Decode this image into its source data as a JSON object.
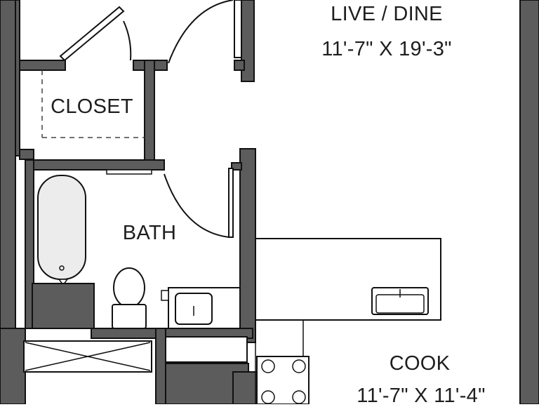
{
  "rooms": {
    "live_dine": {
      "name": "LIVE / DINE",
      "size": "11'-7\" X 19'-3\""
    },
    "closet": {
      "name": "CLOSET"
    },
    "bath": {
      "name": "BATH"
    },
    "cook": {
      "name": "COOK",
      "size": "11'-7\" X 11'-4\""
    }
  },
  "colors": {
    "wall_fill": "#5c5c5c",
    "wall_stroke": "#111111",
    "fixture_fill": "#ececec",
    "line": "#1a1a1a",
    "background": "#ffffff"
  }
}
